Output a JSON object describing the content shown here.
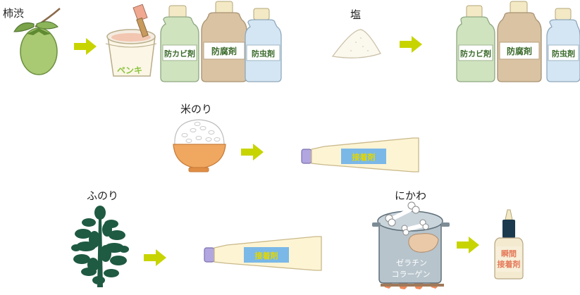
{
  "labels": {
    "kakishibu": "柿渋",
    "shio": "塩",
    "komenori": "米のり",
    "funori": "ふのり",
    "nikawa": "にかわ"
  },
  "products": {
    "paint": "ペンキ",
    "anti_mold": "防カビ剤",
    "preservative": "防腐剤",
    "insecticide": "防虫剤",
    "adhesive": "接着剤",
    "gelatin": "ゼラチン",
    "collagen": "コラーゲン",
    "instant_glue_line1": "瞬間",
    "instant_glue_line2": "接着剤"
  },
  "colors": {
    "arrow": "#c8d400",
    "tube_label": "#7ab8e8",
    "tube_text": "#e2d700",
    "bottle_green": "#cfe3bf",
    "bottle_brown": "#d9c3a3",
    "bottle_blue": "#d4e6f3"
  }
}
